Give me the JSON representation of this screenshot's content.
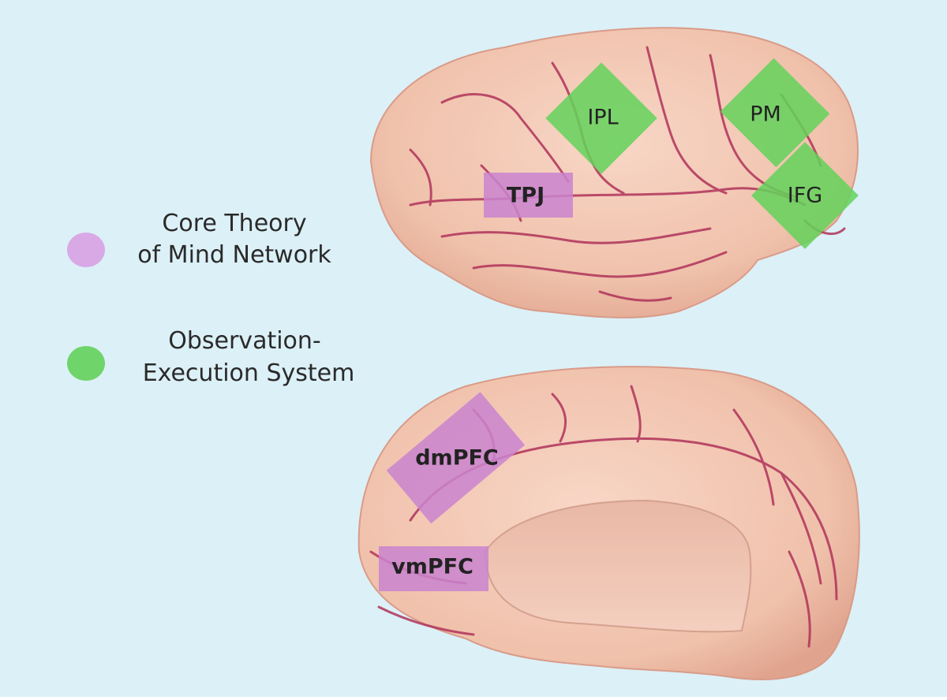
{
  "legend": [
    {
      "label_line1": "Core Theory",
      "label_line2": "of Mind Network",
      "color": "#d9a9e6"
    },
    {
      "label_line1": "Observation-",
      "label_line2": "Execution System",
      "color": "#6fd46a"
    }
  ],
  "lateral_view": {
    "regions": [
      {
        "label": "IPL",
        "network": "observation-execution"
      },
      {
        "label": "PM",
        "network": "observation-execution"
      },
      {
        "label": "IFG",
        "network": "observation-execution"
      },
      {
        "label": "TPJ",
        "network": "theory-of-mind"
      }
    ]
  },
  "medial_view": {
    "regions": [
      {
        "label": "dmPFC",
        "network": "theory-of-mind"
      },
      {
        "label": "vmPFC",
        "network": "theory-of-mind"
      }
    ]
  },
  "colors": {
    "background": "#dcf0f7",
    "brain_fill": "#f2c7b3",
    "sulcus": "#b0335a",
    "tom_region": "#c984cf",
    "oe_region": "#63d25a"
  }
}
